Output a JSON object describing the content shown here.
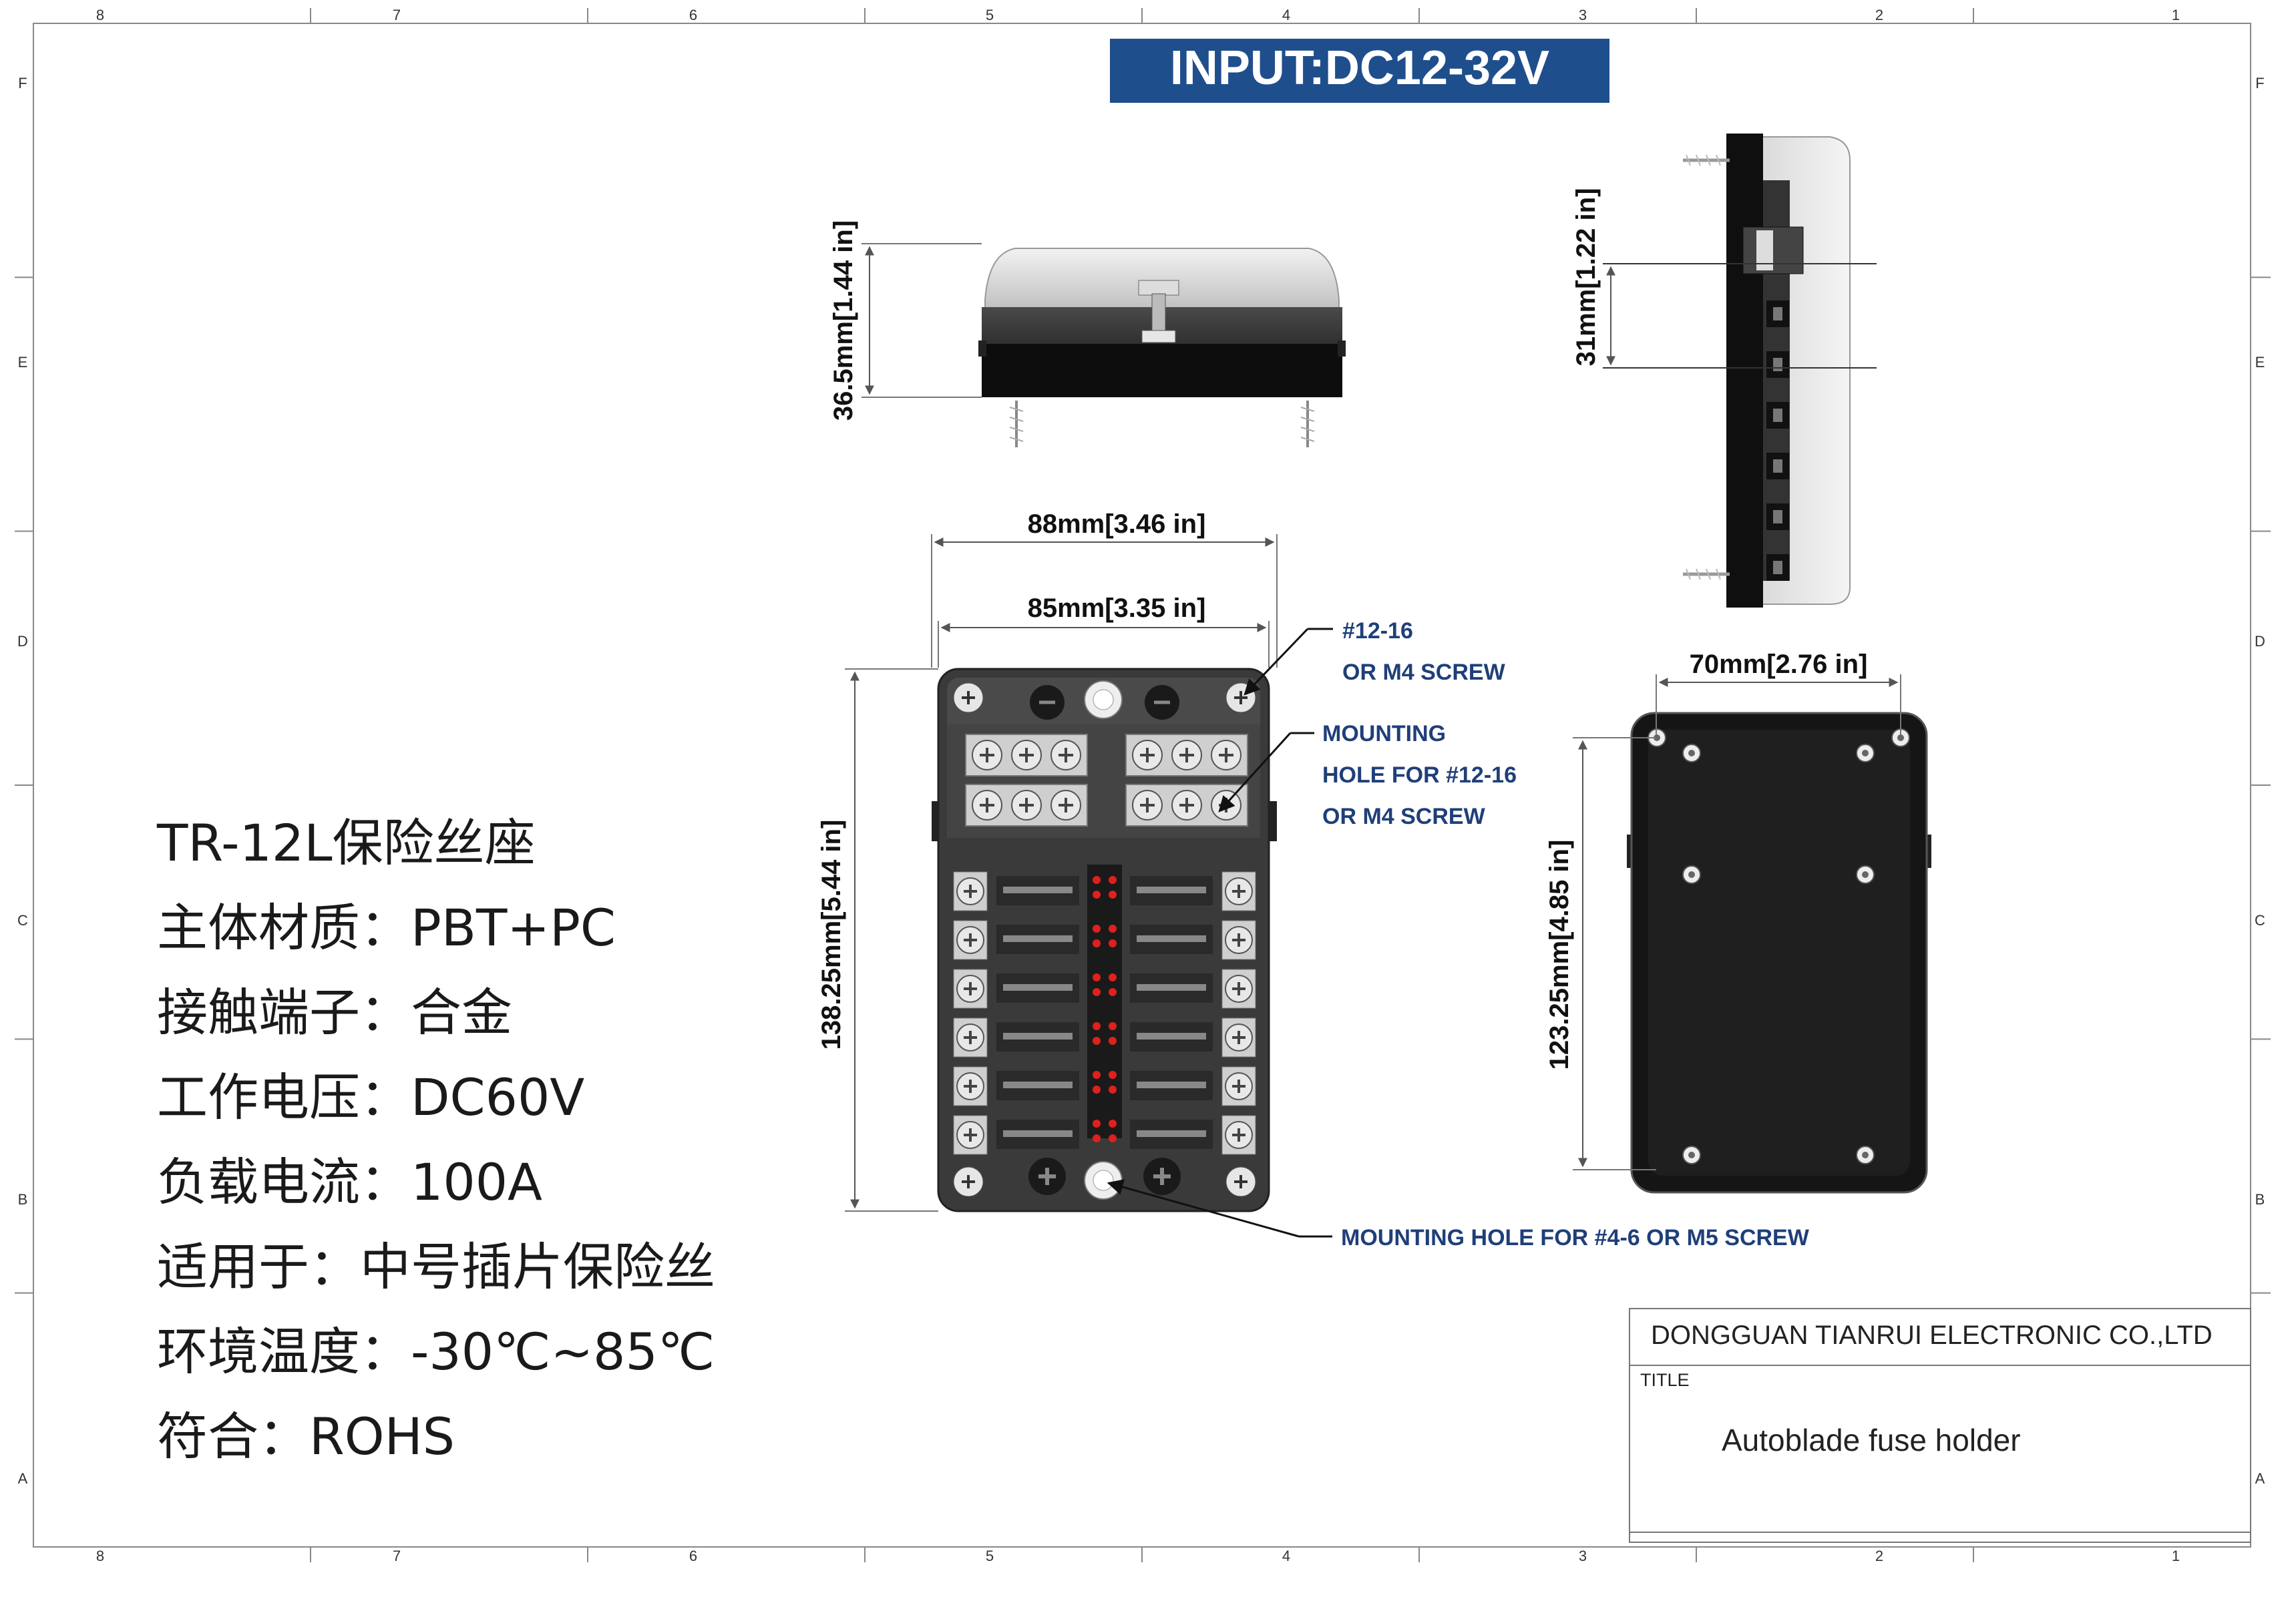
{
  "header": {
    "input_label": "INPUT:DC12-32V"
  },
  "border": {
    "top_zones": [
      "8",
      "7",
      "6",
      "5",
      "4",
      "3",
      "2",
      "1"
    ],
    "bottom_zones": [
      "8",
      "7",
      "6",
      "5",
      "4",
      "3",
      "2",
      "1"
    ],
    "side_zones": [
      "F",
      "E",
      "D",
      "C",
      "B",
      "A"
    ]
  },
  "dimensions": {
    "side_height": "36.5mm[1.44 in]",
    "side_inner": "31mm[1.22 in]",
    "overall_width": "88mm[3.46 in]",
    "inner_width": "85mm[3.35 in]",
    "overall_height": "138.25mm[5.44 in]",
    "back_width": "70mm[2.76 in]",
    "back_height": "123.25mm[4.85 in]"
  },
  "callouts": {
    "screw_1": "#12-16",
    "screw_2": "OR M4 SCREW",
    "mount_1": "MOUNTING",
    "mount_2": "HOLE FOR #12-16",
    "mount_3": "OR M4 SCREW",
    "bottom_mount": "MOUNTING HOLE FOR #4-6 OR M5 SCREW"
  },
  "specs": [
    "TR-12L保险丝座",
    "主体材质：PBT+PC",
    "接触端子：合金",
    "工作电压：DC60V",
    "负载电流：100A",
    "适用于：中号插片保险丝",
    "环境温度：-30℃~85℃",
    "符合：ROHS"
  ],
  "title_block": {
    "company": "DONGGUAN TIANRUI ELECTRONIC CO.,LTD",
    "title_label": "TITLE",
    "title": "Autoblade fuse holder"
  },
  "colors": {
    "banner": "#1f4e8c",
    "callout": "#1f3f7a",
    "fuse_led": "#e0201c",
    "body": "#3a3a3a"
  }
}
